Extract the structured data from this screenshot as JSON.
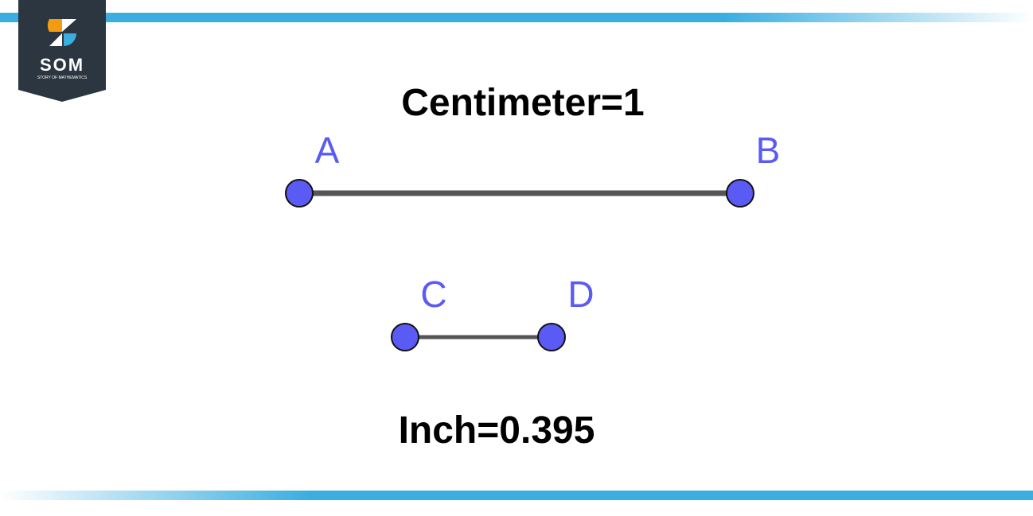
{
  "logo": {
    "text": "SOM",
    "tagline": "STORY OF MATHEMATICS"
  },
  "colors": {
    "band": "#3aaee0",
    "point": "#5a5af5",
    "segment": "#555555",
    "logo_bg": "#2b3640",
    "logo_orange": "#f39c12",
    "logo_blue": "#3aaee0",
    "label": "#5a5af5"
  },
  "diagram": {
    "title_top": "Centimeter=1",
    "title_bottom": "Inch=0.395",
    "points": {
      "A": "A",
      "B": "B",
      "C": "C",
      "D": "D"
    },
    "segments": [
      {
        "from": "A",
        "to": "B",
        "label": "Centimeter=1",
        "value": 1
      },
      {
        "from": "C",
        "to": "D",
        "label": "Inch=0.395",
        "value": 0.395
      }
    ]
  }
}
